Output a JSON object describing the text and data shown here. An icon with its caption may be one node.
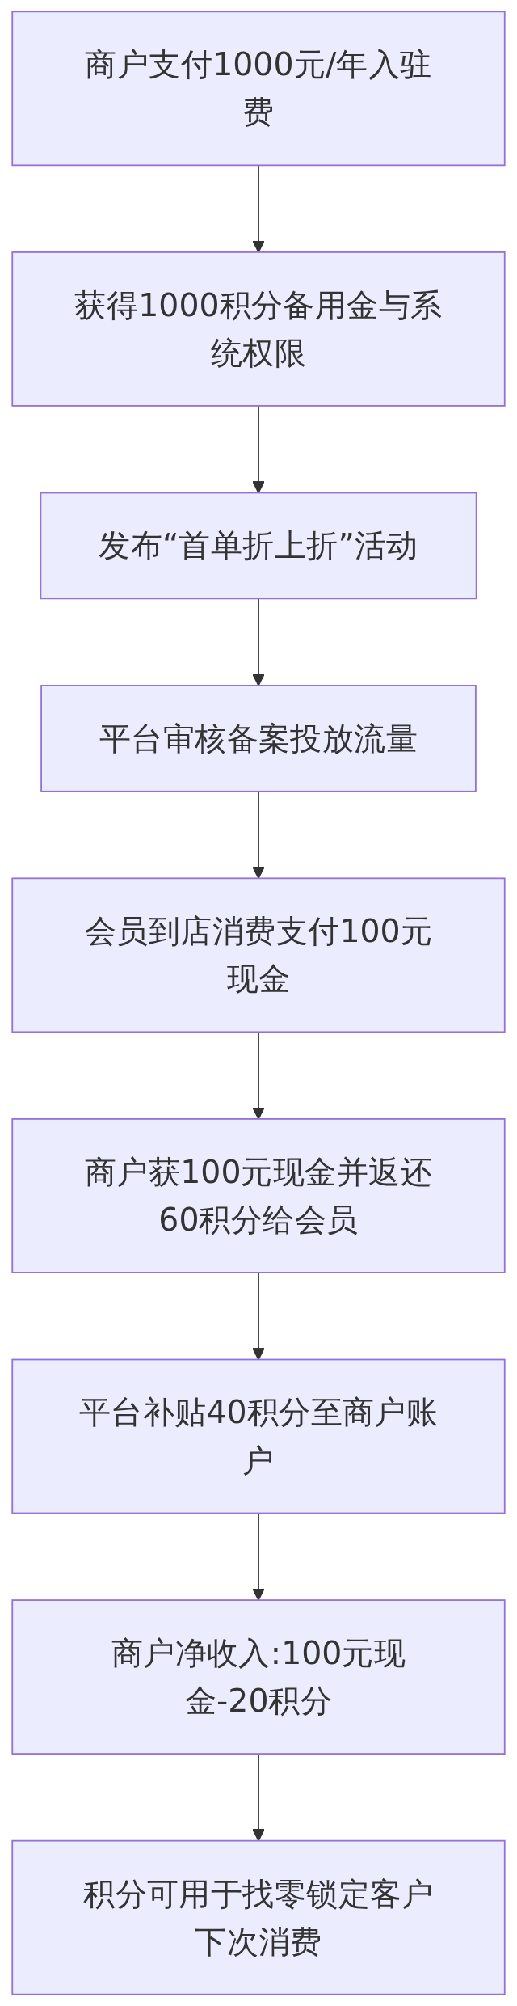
{
  "diagram": {
    "nodes": [
      {
        "text": [
          "商户支付1000元/年入驻费"
        ]
      },
      {
        "text": [
          "获得1000积分备用金与系统权限"
        ]
      },
      {
        "text": [
          "发布“首单折上折”活动"
        ]
      },
      {
        "text": [
          "平台审核备案投放流量"
        ]
      },
      {
        "text": [
          "会员到店消费支付100元现金"
        ]
      },
      {
        "text": [
          "商户获100元现金并返还60积分给会员"
        ]
      },
      {
        "text": [
          "平台补贴40积分至商户账户"
        ]
      },
      {
        "text": [
          "商户净收入:100元现金-20积分"
        ]
      },
      {
        "text": [
          "积分可用于找零锁定客户下次消费"
        ]
      }
    ],
    "edges": [
      {
        "from": 0,
        "to": 1,
        "arrow": "to"
      },
      {
        "from": 1,
        "to": 2,
        "arrow": "to"
      },
      {
        "from": 2,
        "to": 3,
        "arrow": "to"
      },
      {
        "from": 3,
        "to": 4,
        "arrow": "to"
      },
      {
        "from": 4,
        "to": 5,
        "arrow": "to"
      },
      {
        "from": 5,
        "to": 6,
        "arrow": "to"
      },
      {
        "from": 6,
        "to": 7,
        "arrow": "to"
      },
      {
        "from": 7,
        "to": 8,
        "arrow": "to"
      }
    ]
  }
}
